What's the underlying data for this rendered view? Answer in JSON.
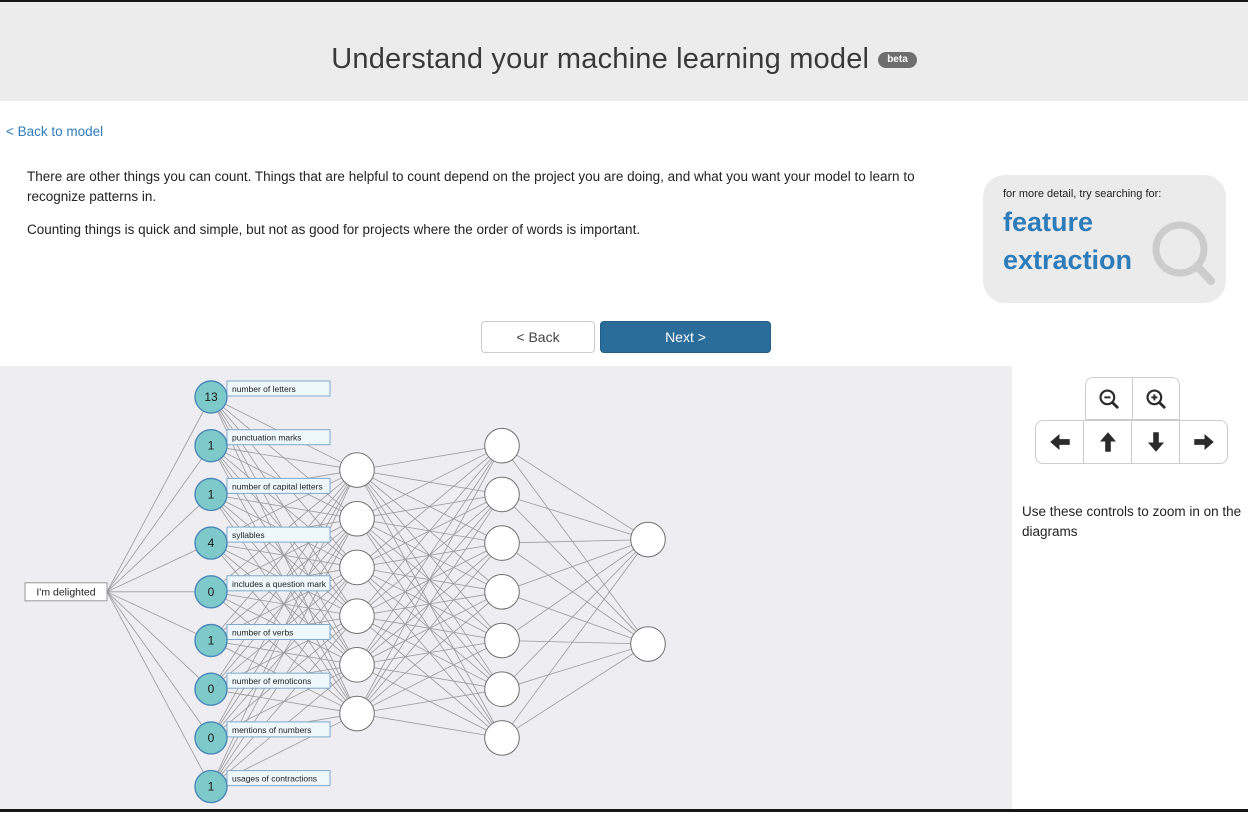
{
  "header": {
    "title": "Understand your machine learning model",
    "beta_label": "beta"
  },
  "back_link": "< Back to model",
  "intro": {
    "paragraph1": "There are other things you can count. Things that are helpful to count depend on the project you are doing, and what you want your model to learn to recognize patterns in.",
    "paragraph2": "Counting things is quick and simple, but not as good for projects where the order of words is important."
  },
  "search_tip": {
    "prompt": "for more detail, try searching for:",
    "term": "feature extraction",
    "icon": "search-magnifier-icon",
    "term_color": "#2e7cba"
  },
  "nav": {
    "back_label": "< Back",
    "next_label": "Next >",
    "next_color": "#2a6d9b"
  },
  "zoom_controls": {
    "buttons": [
      "zoom-out",
      "zoom-in",
      "pan-left",
      "pan-up",
      "pan-down",
      "pan-right"
    ],
    "hint": "Use these controls to zoom in on the diagrams"
  },
  "network": {
    "input_text": "I'm delighted",
    "inputs": [
      {
        "value": "13",
        "label": "number of letters"
      },
      {
        "value": "1",
        "label": "punctuation marks"
      },
      {
        "value": "1",
        "label": "number of capital letters"
      },
      {
        "value": "4",
        "label": "syllables"
      },
      {
        "value": "0",
        "label": "includes a question mark"
      },
      {
        "value": "1",
        "label": "number of verbs"
      },
      {
        "value": "0",
        "label": "number of emoticons"
      },
      {
        "value": "0",
        "label": "mentions of numbers"
      },
      {
        "value": "1",
        "label": "usages of contractions"
      }
    ],
    "hidden_layers": [
      6,
      7
    ],
    "output_count": 2,
    "colors": {
      "background": "#eeedf2",
      "edge": "#9a9a9a",
      "input_fill": "#7ec9c9",
      "input_stroke": "#4b87b9",
      "label_fill": "#eef7fc",
      "label_stroke": "#7fa8cc",
      "node_fill": "#ffffff",
      "node_stroke": "#6f6f6f",
      "text_box_fill": "#ffffff",
      "text_box_stroke": "#999999"
    }
  }
}
